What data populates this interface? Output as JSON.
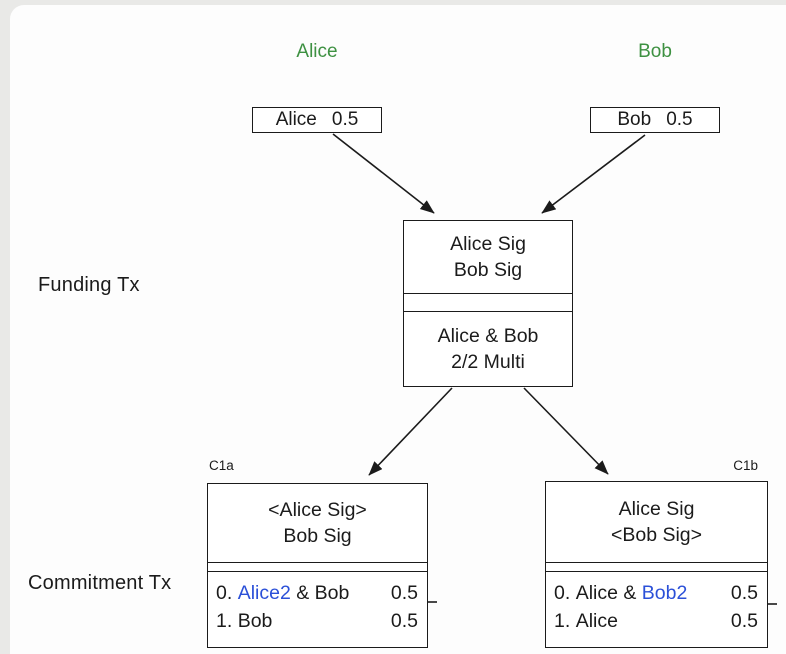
{
  "participants": {
    "alice": "Alice",
    "bob": "Bob"
  },
  "inputs": {
    "alice": {
      "name": "Alice",
      "amount": "0.5"
    },
    "bob": {
      "name": "Bob",
      "amount": "0.5"
    }
  },
  "funding": {
    "side_label": "Funding Tx",
    "sig1": "Alice Sig",
    "sig2": "Bob Sig",
    "script1": "Alice & Bob",
    "script2": "2/2 Multi"
  },
  "commitment": {
    "side_label": "Commitment Tx",
    "c1a": {
      "tag": "C1a",
      "sig1": "<Alice Sig>",
      "sig2": "Bob Sig",
      "outputs": [
        {
          "index": "0. ",
          "pre": "",
          "highlight": "Alice2",
          "post": " & Bob",
          "amount": "0.5"
        },
        {
          "index": "1. ",
          "pre": "Bob",
          "highlight": "",
          "post": "",
          "amount": "0.5"
        }
      ]
    },
    "c1b": {
      "tag": "C1b",
      "sig1": "Alice Sig",
      "sig2": "<Bob Sig>",
      "outputs": [
        {
          "index": "0. ",
          "pre": "Alice & ",
          "highlight": "Bob2",
          "post": "",
          "amount": "0.5"
        },
        {
          "index": "1. ",
          "pre": "Alice",
          "highlight": "",
          "post": "",
          "amount": "0.5"
        }
      ]
    }
  },
  "colors": {
    "name_green": "#3e9142",
    "revocable_blue": "#2b50d8",
    "line": "#1b1b1b"
  }
}
